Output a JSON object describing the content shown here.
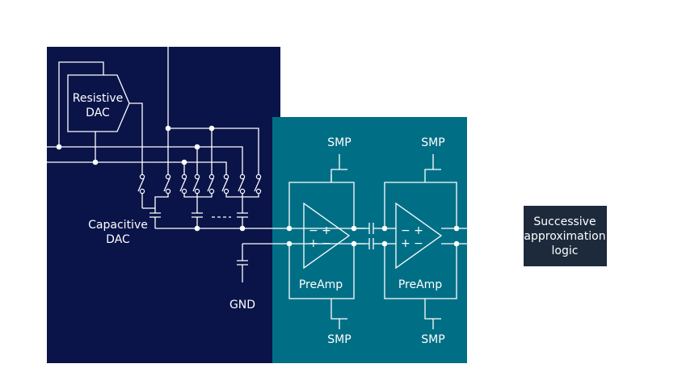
{
  "colors": {
    "dac_panel": "#0a1449",
    "comparator_panel": "#006f86",
    "logic_box": "#1c2a3c",
    "wire": "#ffffff"
  },
  "labels": {
    "resistive_dac": [
      "Resistive",
      "DAC"
    ],
    "capacitive_dac": [
      "Capacitive",
      "DAC"
    ],
    "gnd": "GND",
    "smp": "SMP",
    "preamp": "PreAmp",
    "logic": [
      "Successive",
      "approximation",
      "logic"
    ]
  },
  "amp_signs": {
    "top": "− +",
    "bottom": "+ −"
  }
}
